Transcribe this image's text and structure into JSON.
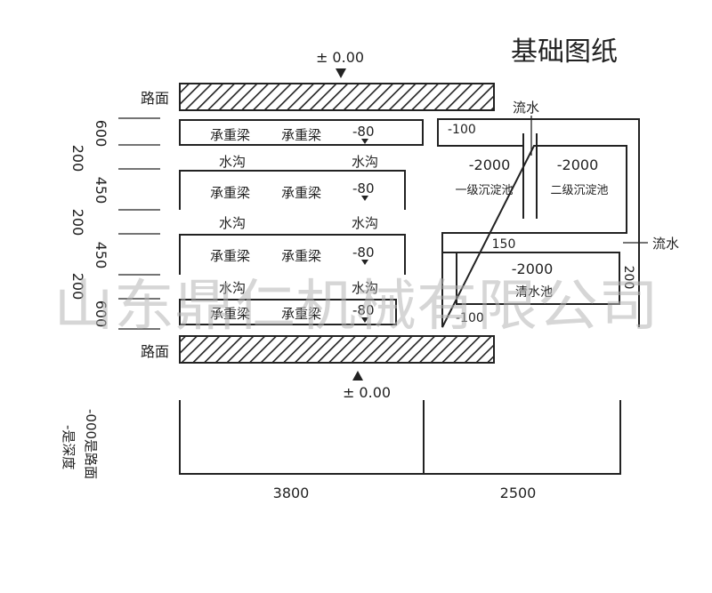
{
  "title": "基础图纸",
  "level_top": "± 0.00",
  "level_bottom": "± 0.00",
  "road_top": "路面",
  "road_bottom": "路面",
  "beam": "承重梁",
  "depth_80": "-80",
  "gutter": "水沟",
  "dim_left": [
    "600",
    "200",
    "450",
    "200",
    "450",
    "200",
    "600"
  ],
  "tank": {
    "depth_100_top": "-100",
    "depth_2000_a": "-2000",
    "depth_2000_b": "-2000",
    "primary": "一级沉淀池",
    "secondary": "二级沉淀池",
    "flow_top": "流水",
    "flow_right": "流水",
    "dim_150": "150",
    "depth_2000_c": "-2000",
    "clear": "清水池",
    "dim_200": "200",
    "depth_100_bottom": "-100"
  },
  "note_col1": "-000是路面",
  "note_col2": "-是深度",
  "dim_bottom": [
    "3800",
    "2500"
  ],
  "watermark": "山东鼎仁机械有限公司"
}
